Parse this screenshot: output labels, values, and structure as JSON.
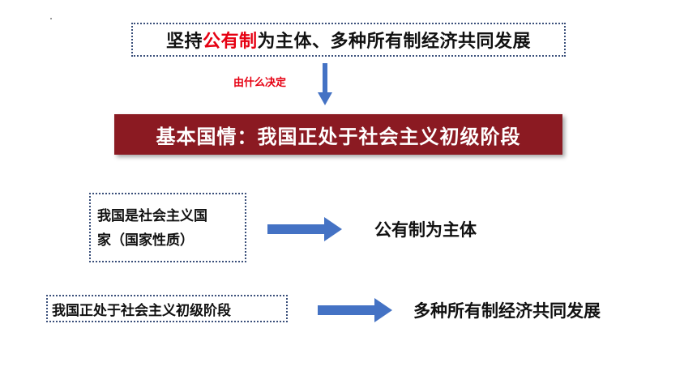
{
  "top_statement": {
    "prefix": "坚持",
    "highlight": "公有制",
    "suffix": "为主体、多种所有制经济共同发展"
  },
  "connector_label": "由什么决定",
  "banner_text": "基本国情：我国正处于社会主义初级阶段",
  "row1": {
    "left_line1": "我国是社会主义国",
    "left_line2": "家（国家性质）",
    "right": "公有制为主体"
  },
  "row2": {
    "left": "我国正处于社会主义初级阶段",
    "right": "多种所有制经济共同发展"
  },
  "colors": {
    "banner_bg": "#8b1a22",
    "highlight": "#e60012",
    "arrow": "#4472c4",
    "border": "#3a4f7a"
  }
}
